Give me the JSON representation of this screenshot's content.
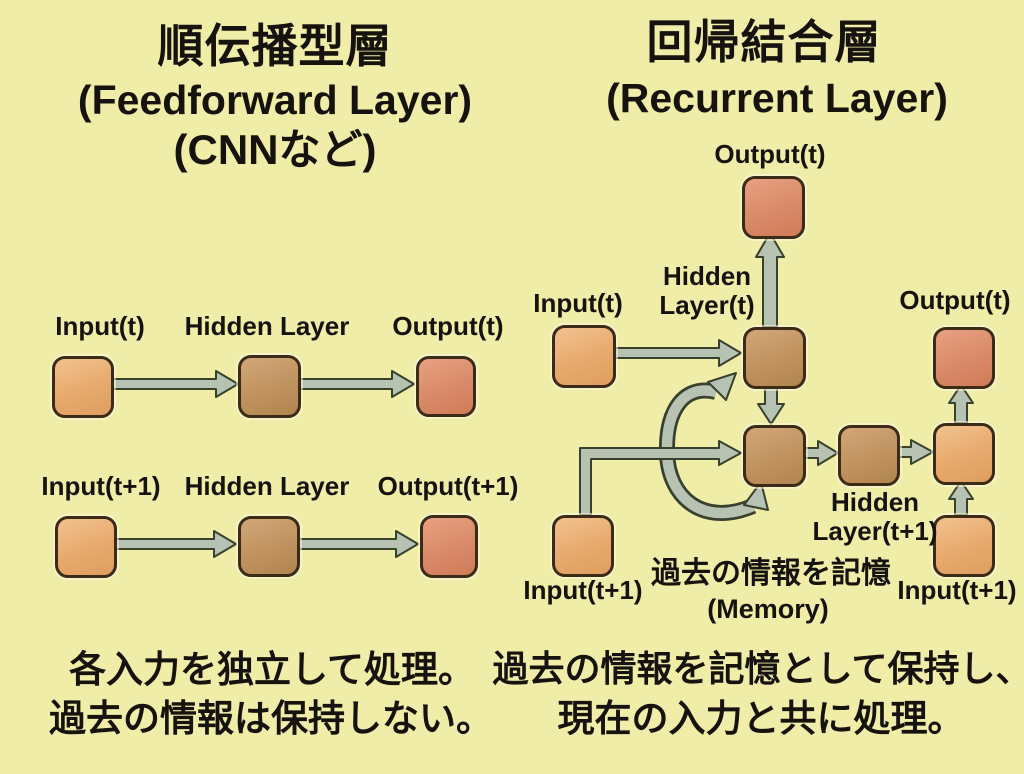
{
  "colors": {
    "background": "#f0eda9",
    "input_box": "#e7a96c",
    "hidden_box": "#c0925f",
    "output_box": "#d98a68",
    "box_border": "#3c2b16",
    "arrow_fill": "#b6c2b2",
    "arrow_outline": "#38402e",
    "text": "#16130e"
  },
  "left_panel": {
    "title_ja": "順伝播型層",
    "title_en": "(Feedforward Layer)",
    "title_sub": "(CNNなど)",
    "rows": [
      {
        "input_label": "Input(t)",
        "hidden_label": "Hidden Layer",
        "output_label": "Output(t)"
      },
      {
        "input_label": "Input(t+1)",
        "hidden_label": "Hidden Layer",
        "output_label": "Output(t+1)"
      }
    ],
    "caption_line1": "各入力を独立して処理。",
    "caption_line2": "過去の情報は保持しない。"
  },
  "right_panel": {
    "title_ja": "回帰結合層",
    "title_en": "(Recurrent Layer)",
    "labels": {
      "output_t_top": "Output(t)",
      "input_t": "Input(t)",
      "hidden_t_line1": "Hidden",
      "hidden_t_line2": "Layer(t)",
      "input_t1_left": "Input(t+1)",
      "hidden_t1_line1": "Hidden",
      "hidden_t1_line2": "Layer(t+1)",
      "output_t_right": "Output(t)",
      "input_t1_right": "Input(t+1)",
      "memory_ja": "過去の情報を記憶",
      "memory_en": "(Memory)"
    },
    "caption_line1": "過去の情報を記憶として保持し、",
    "caption_line2": "現在の入力と共に処理。"
  }
}
